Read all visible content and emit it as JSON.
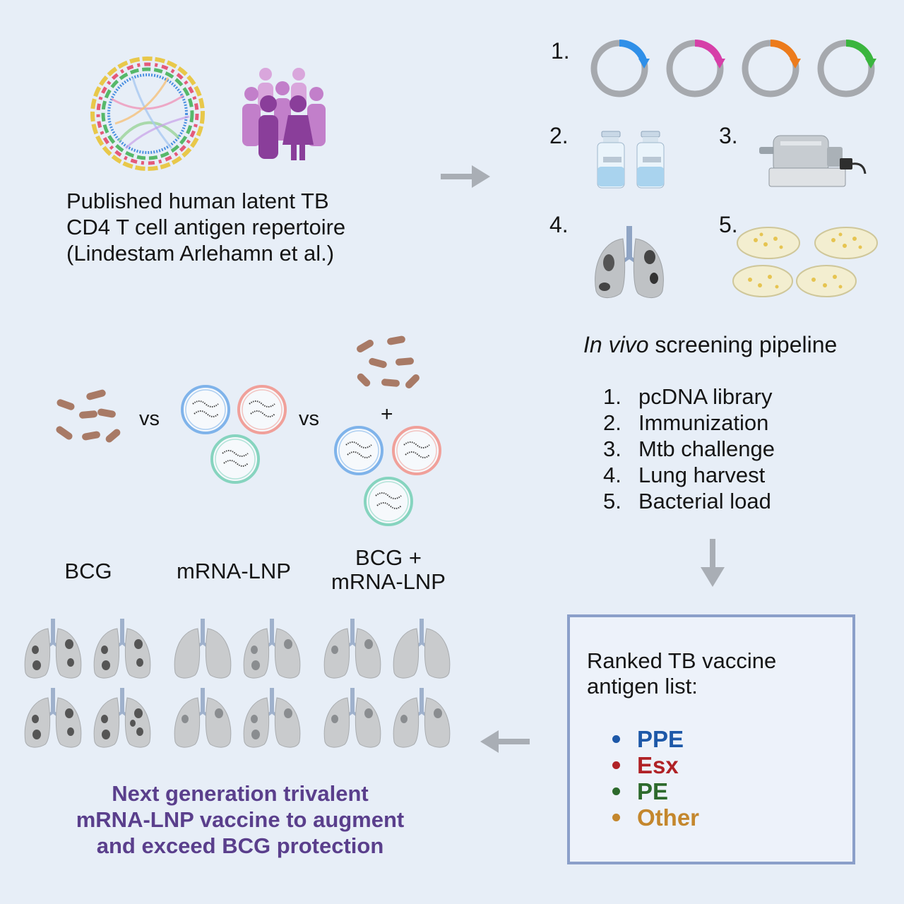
{
  "repertoire": {
    "lines": [
      "Published human latent TB",
      "CD4 T cell antigen repertoire",
      "(Lindestam Arlehamn et al.)"
    ]
  },
  "pipeline": {
    "numbers": [
      "1.",
      "2.",
      "3.",
      "4.",
      "5."
    ],
    "title_italic": "In vivo",
    "title_rest": " screening pipeline",
    "steps": [
      {
        "num": "1.",
        "label": "pcDNA library"
      },
      {
        "num": "2.",
        "label": "Immunization"
      },
      {
        "num": "3.",
        "label": "Mtb challenge"
      },
      {
        "num": "4.",
        "label": "Lung harvest"
      },
      {
        "num": "5.",
        "label": "Bacterial load"
      }
    ],
    "plasmid_colors": [
      "#2f8fe8",
      "#d63fa8",
      "#ec7b1c",
      "#3ab53e"
    ]
  },
  "comparison": {
    "vs": "vs",
    "plus": "+",
    "groups": [
      {
        "label": "BCG"
      },
      {
        "label": "mRNA-LNP"
      },
      {
        "label_line1": "BCG +",
        "label_line2": "mRNA-LNP"
      }
    ]
  },
  "ranked": {
    "title_line1": "Ranked TB vaccine",
    "title_line2": "antigen list:",
    "items": [
      {
        "label": "PPE",
        "color": "#1d58a8"
      },
      {
        "label": "Esx",
        "color": "#b02226"
      },
      {
        "label": "PE",
        "color": "#2d6a2c"
      },
      {
        "label": "Other",
        "color": "#c4872d"
      }
    ]
  },
  "conclusion": {
    "lines": [
      "Next generation trivalent",
      "mRNA-LNP vaccine to augment",
      "and exceed BCG protection"
    ]
  }
}
